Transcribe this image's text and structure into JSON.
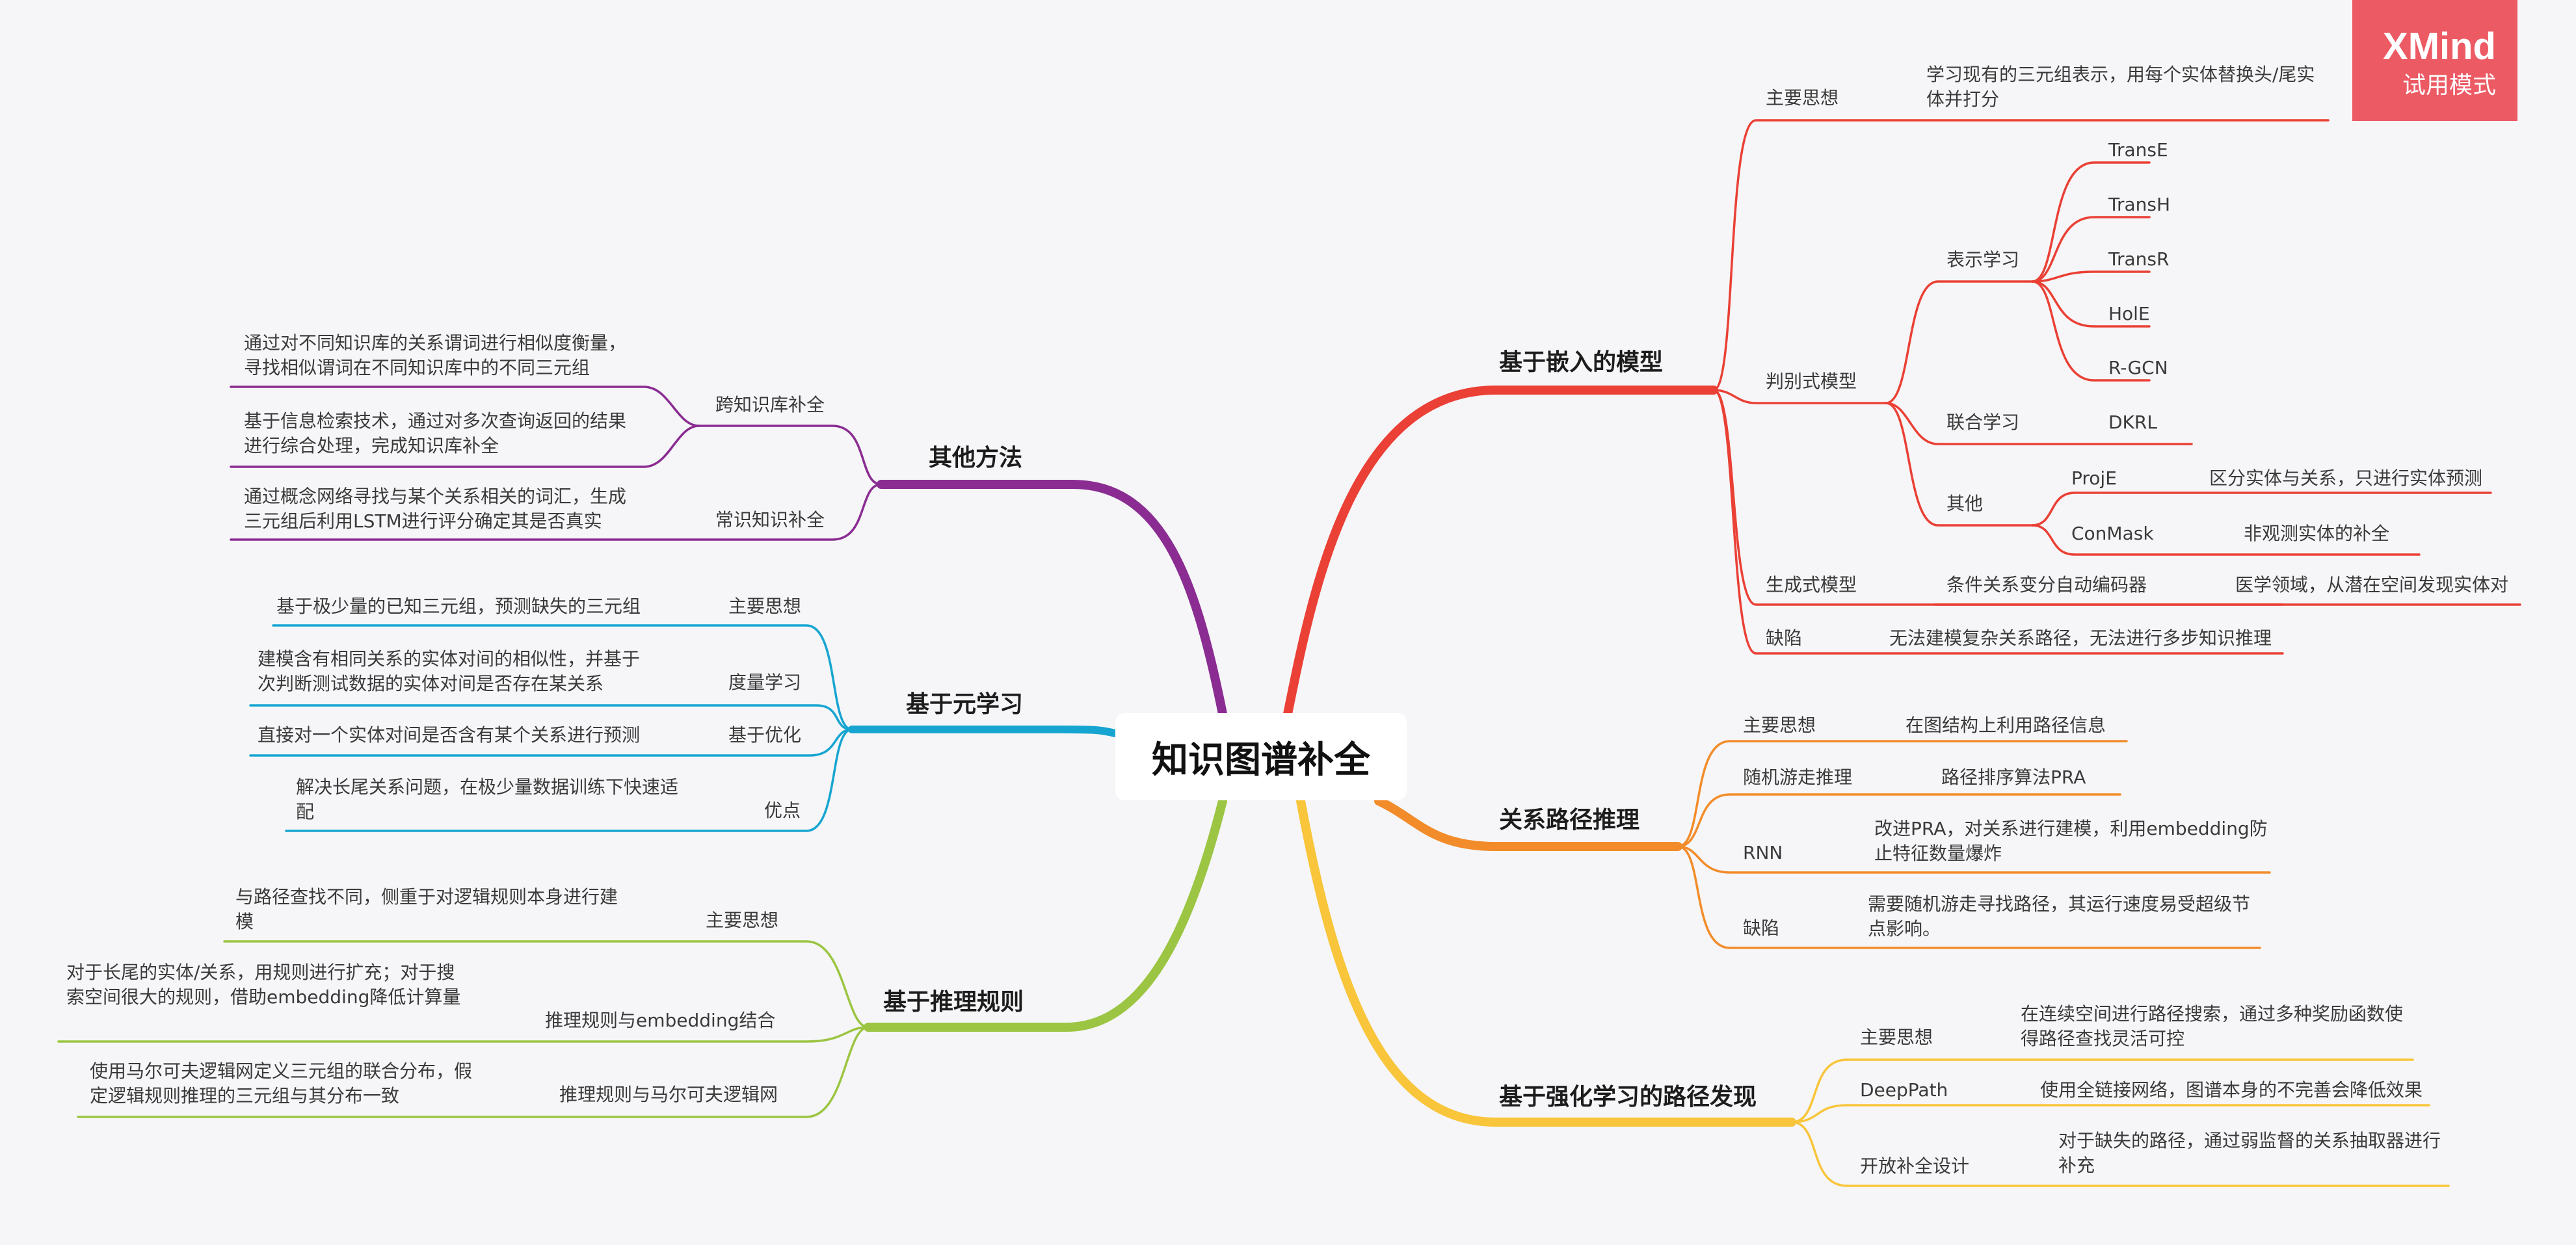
{
  "root": "知识图谱补全",
  "badge": {
    "brand": "XMind",
    "mode": "试用模式"
  },
  "colors": {
    "red": "#ea4035",
    "orange": "#f28c2a",
    "yellow": "#f8c53b",
    "green": "#9bc542",
    "blue": "#16a5d1",
    "purple": "#8a2c92",
    "badge": "#ec5a64"
  },
  "embed": {
    "title": "基于嵌入的模型",
    "main": {
      "label": "主要思想",
      "text": "学习现有的三元组表示，用每个实体替换头/尾实体并打分"
    },
    "disc": {
      "label": "判别式模型",
      "rep": {
        "label": "表示学习",
        "items": [
          "TransE",
          "TransH",
          "TransR",
          "HolE",
          "R-GCN"
        ]
      },
      "joint": {
        "label": "联合学习",
        "item": "DKRL"
      },
      "other": {
        "label": "其他",
        "proje": "ProjE",
        "proje_desc": "区分实体与关系，只进行实体预测",
        "conmask": "ConMask",
        "conmask_desc": "非观测实体的补全"
      }
    },
    "gen": {
      "label": "生成式模型",
      "model": "条件关系变分自动编码器",
      "desc": "医学领域，从潜在空间发现实体对"
    },
    "defect": {
      "label": "缺陷",
      "text": "无法建模复杂关系路径，无法进行多步知识推理"
    }
  },
  "path": {
    "title": "关系路径推理",
    "main": {
      "label": "主要思想",
      "text": "在图结构上利用路径信息"
    },
    "random": {
      "label": "随机游走推理",
      "text": "路径排序算法PRA"
    },
    "rnn": {
      "label": "RNN",
      "text": "改进PRA，对关系进行建模，利用embedding防止特征数量爆炸"
    },
    "defect": {
      "label": "缺陷",
      "text": "需要随机游走寻找路径，其运行速度易受超级节点影响。"
    }
  },
  "rl": {
    "title": "基于强化学习的路径发现",
    "main": {
      "label": "主要思想",
      "text": "在连续空间进行路径搜索，通过多种奖励函数使得路径查找灵活可控"
    },
    "deeppath": {
      "label": "DeepPath",
      "text": "使用全链接网络，图谱本身的不完善会降低效果"
    },
    "open": {
      "label": "开放补全设计",
      "text": "对于缺失的路径，通过弱监督的关系抽取器进行补充"
    }
  },
  "other": {
    "title": "其他方法",
    "cross": {
      "label": "跨知识库补全",
      "text1": "通过对不同知识库的关系谓词进行相似度衡量，寻找相似谓词在不同知识库中的不同三元组",
      "text2": "基于信息检索技术，通过对多次查询返回的结果进行综合处理，完成知识库补全"
    },
    "common": {
      "label": "常识知识补全",
      "text": "通过概念网络寻找与某个关系相关的词汇，生成三元组后利用LSTM进行评分确定其是否真实"
    }
  },
  "meta": {
    "title": "基于元学习",
    "main": {
      "label": "主要思想",
      "text": "基于极少量的已知三元组，预测缺失的三元组"
    },
    "metric": {
      "label": "度量学习",
      "text": "建模含有相同关系的实体对间的相似性，并基于次判断测试数据的实体对间是否存在某关系"
    },
    "optim": {
      "label": "基于优化",
      "text": "直接对一个实体对间是否含有某个关系进行预测"
    },
    "adv": {
      "label": "优点",
      "text": "解决长尾关系问题，在极少量数据训练下快速适配"
    }
  },
  "rule": {
    "title": "基于推理规则",
    "main": {
      "label": "主要思想",
      "text": "与路径查找不同，侧重于对逻辑规则本身进行建模"
    },
    "emb": {
      "label": "推理规则与embedding结合",
      "text": "对于长尾的实体/关系，用规则进行扩充；对于搜索空间很大的规则，借助embedding降低计算量"
    },
    "markov": {
      "label": "推理规则与马尔可夫逻辑网",
      "text": "使用马尔可夫逻辑网定义三元组的联合分布，假定逻辑规则推理的三元组与其分布一致"
    }
  }
}
